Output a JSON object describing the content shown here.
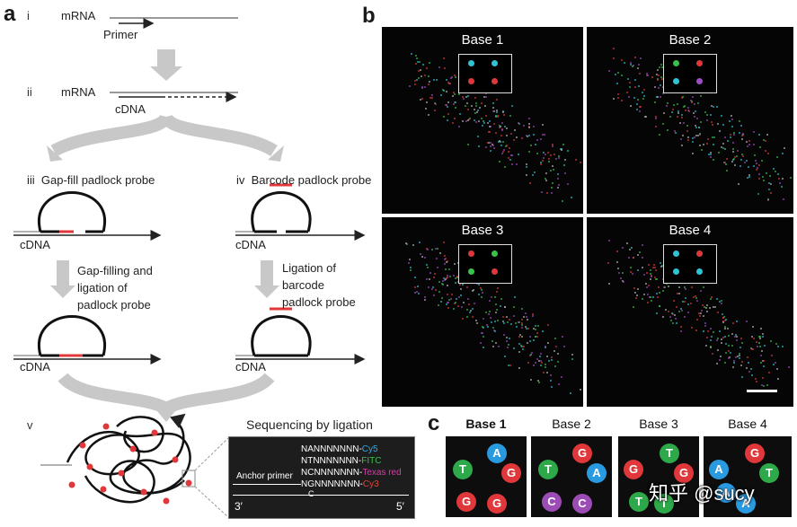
{
  "panel_a": {
    "letter": "a",
    "steps": {
      "i": "i",
      "ii": "ii",
      "iii": "iii",
      "iv": "iv",
      "v": "v"
    },
    "labels": {
      "mrna1": "mRNA",
      "primer": "Primer",
      "mrna2": "mRNA",
      "cdna_ii": "cDNA",
      "gapfill_probe": "Gap-fill padlock probe",
      "barcode_probe": "Barcode padlock probe",
      "cdna_iii": "cDNA",
      "cdna_iv": "cDNA",
      "gapfill_step_1": "Gap-filling and",
      "gapfill_step_2": "ligation of",
      "gapfill_step_3": "padlock probe",
      "ligation_step_1": "Ligation of",
      "ligation_step_2": "barcode",
      "ligation_step_3": "padlock probe",
      "cdna_iii_b": "cDNA",
      "cdna_iv_b": "cDNA"
    },
    "sequencing": {
      "title": "Sequencing by ligation",
      "anchor": "Anchor primer",
      "three_prime": "3′",
      "five_prime": "5′",
      "c_base": "C",
      "probes": [
        {
          "seq": "NANNNNNNN-",
          "dye": "Cy5",
          "color": "#3aa6e0"
        },
        {
          "seq": "NTNNNNNNN-",
          "dye": "FITC",
          "color": "#39c24a"
        },
        {
          "seq": "NCNNNNNNN-",
          "dye": "Texas red",
          "color": "#d63ca8"
        },
        {
          "seq": "NGNNNNNNN-",
          "dye": "Cy3",
          "color": "#e2403a"
        }
      ]
    }
  },
  "panel_b": {
    "letter": "b",
    "tiles": [
      {
        "title": "Base 1"
      },
      {
        "title": "Base 2"
      },
      {
        "title": "Base 3"
      },
      {
        "title": "Base 4"
      }
    ]
  },
  "panel_c": {
    "letter": "c",
    "bases": [
      {
        "title": "Base 1",
        "balls": [
          {
            "letter": "A",
            "color": "#2a9ae0"
          },
          {
            "letter": "T",
            "color": "#2da94a"
          },
          {
            "letter": "G",
            "color": "#e0383a"
          },
          {
            "letter": "G",
            "color": "#e0383a"
          },
          {
            "letter": "G",
            "color": "#e0383a"
          }
        ]
      },
      {
        "title": "Base 2",
        "balls": [
          {
            "letter": "G",
            "color": "#e0383a"
          },
          {
            "letter": "T",
            "color": "#2da94a"
          },
          {
            "letter": "A",
            "color": "#2a9ae0"
          },
          {
            "letter": "C",
            "color": "#9b4db5"
          },
          {
            "letter": "C",
            "color": "#9b4db5"
          }
        ]
      },
      {
        "title": "Base 3",
        "balls": [
          {
            "letter": "T",
            "color": "#2da94a"
          },
          {
            "letter": "G",
            "color": "#e0383a"
          },
          {
            "letter": "G",
            "color": "#e0383a"
          },
          {
            "letter": "T",
            "color": "#2da94a"
          },
          {
            "letter": "T",
            "color": "#2da94a"
          }
        ]
      },
      {
        "title": "Base 4",
        "balls": [
          {
            "letter": "G",
            "color": "#e0383a"
          },
          {
            "letter": "A",
            "color": "#2a9ae0"
          },
          {
            "letter": "T",
            "color": "#2da94a"
          },
          {
            "letter": "A",
            "color": "#2a9ae0"
          },
          {
            "letter": "A",
            "color": "#2a9ae0"
          }
        ]
      }
    ]
  },
  "watermark": "知乎 @sucy"
}
